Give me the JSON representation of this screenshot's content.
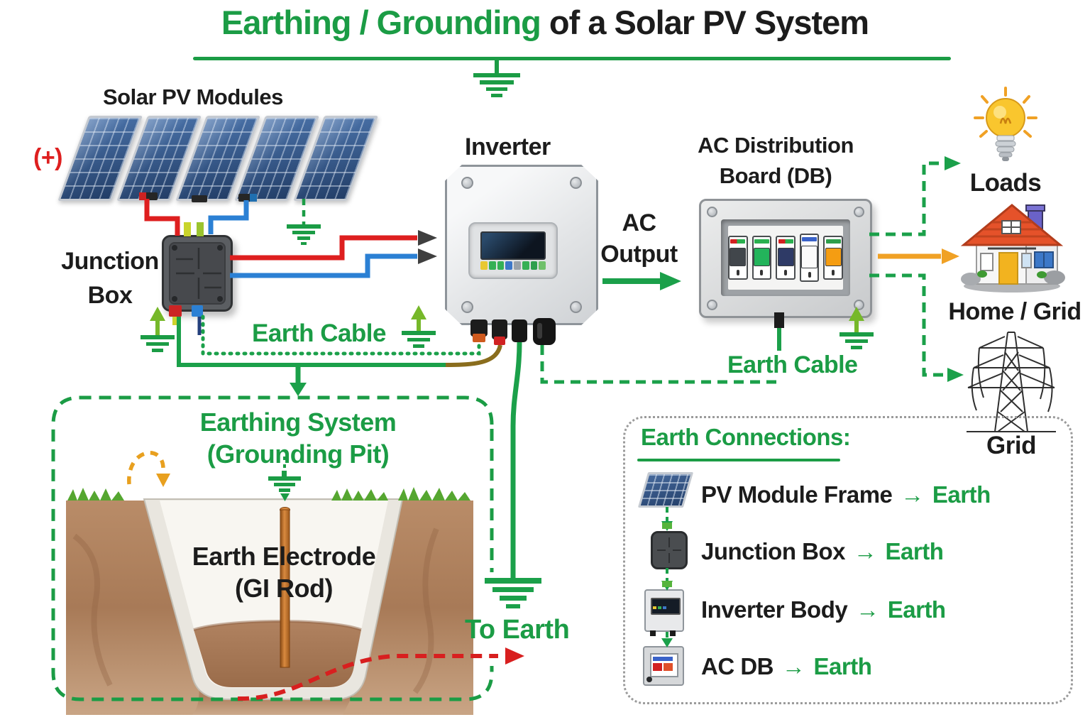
{
  "title": {
    "highlight": "Earthing / Grounding",
    "rest": " of a Solar PV System"
  },
  "diagram": {
    "solar_modules_label": "Solar PV Modules",
    "polarity_label": "(+)",
    "junction_box_line1": "Junction",
    "junction_box_line2": "Box",
    "inverter_label": "Inverter",
    "ac_output_line1": "AC",
    "ac_output_line2": "Output",
    "ac_db_line1": "AC Distribution",
    "ac_db_line2": "Board (DB)",
    "earth_cable_label_left": "Earth Cable",
    "earth_cable_label_right": "Earth Cable",
    "loads_label": "Loads",
    "home_grid_label": "Home / Grid",
    "grid_label": "Grid",
    "to_earth_label": "To Earth"
  },
  "earthing_pit": {
    "title_line1": "Earthing System",
    "title_line2": "(Grounding Pit)",
    "electrode_line1": "Earth Electrode",
    "electrode_line2": "(GI Rod)"
  },
  "legend": {
    "title": "Earth Connections:",
    "items": [
      {
        "icon": "pv-module-icon",
        "label": "PV Module Frame",
        "arrow": "→",
        "target": "Earth"
      },
      {
        "icon": "junction-box-icon",
        "label": "Junction Box",
        "arrow": "→",
        "target": "Earth"
      },
      {
        "icon": "inverter-icon",
        "label": "Inverter Body",
        "arrow": "→",
        "target": "Earth"
      },
      {
        "icon": "ac-db-icon",
        "label": "AC DB",
        "arrow": "→",
        "target": "Earth"
      }
    ]
  },
  "colors": {
    "green": "#1b9c45",
    "red": "#de1f1f",
    "blue": "#2b80d4",
    "orange": "#f0a125"
  }
}
